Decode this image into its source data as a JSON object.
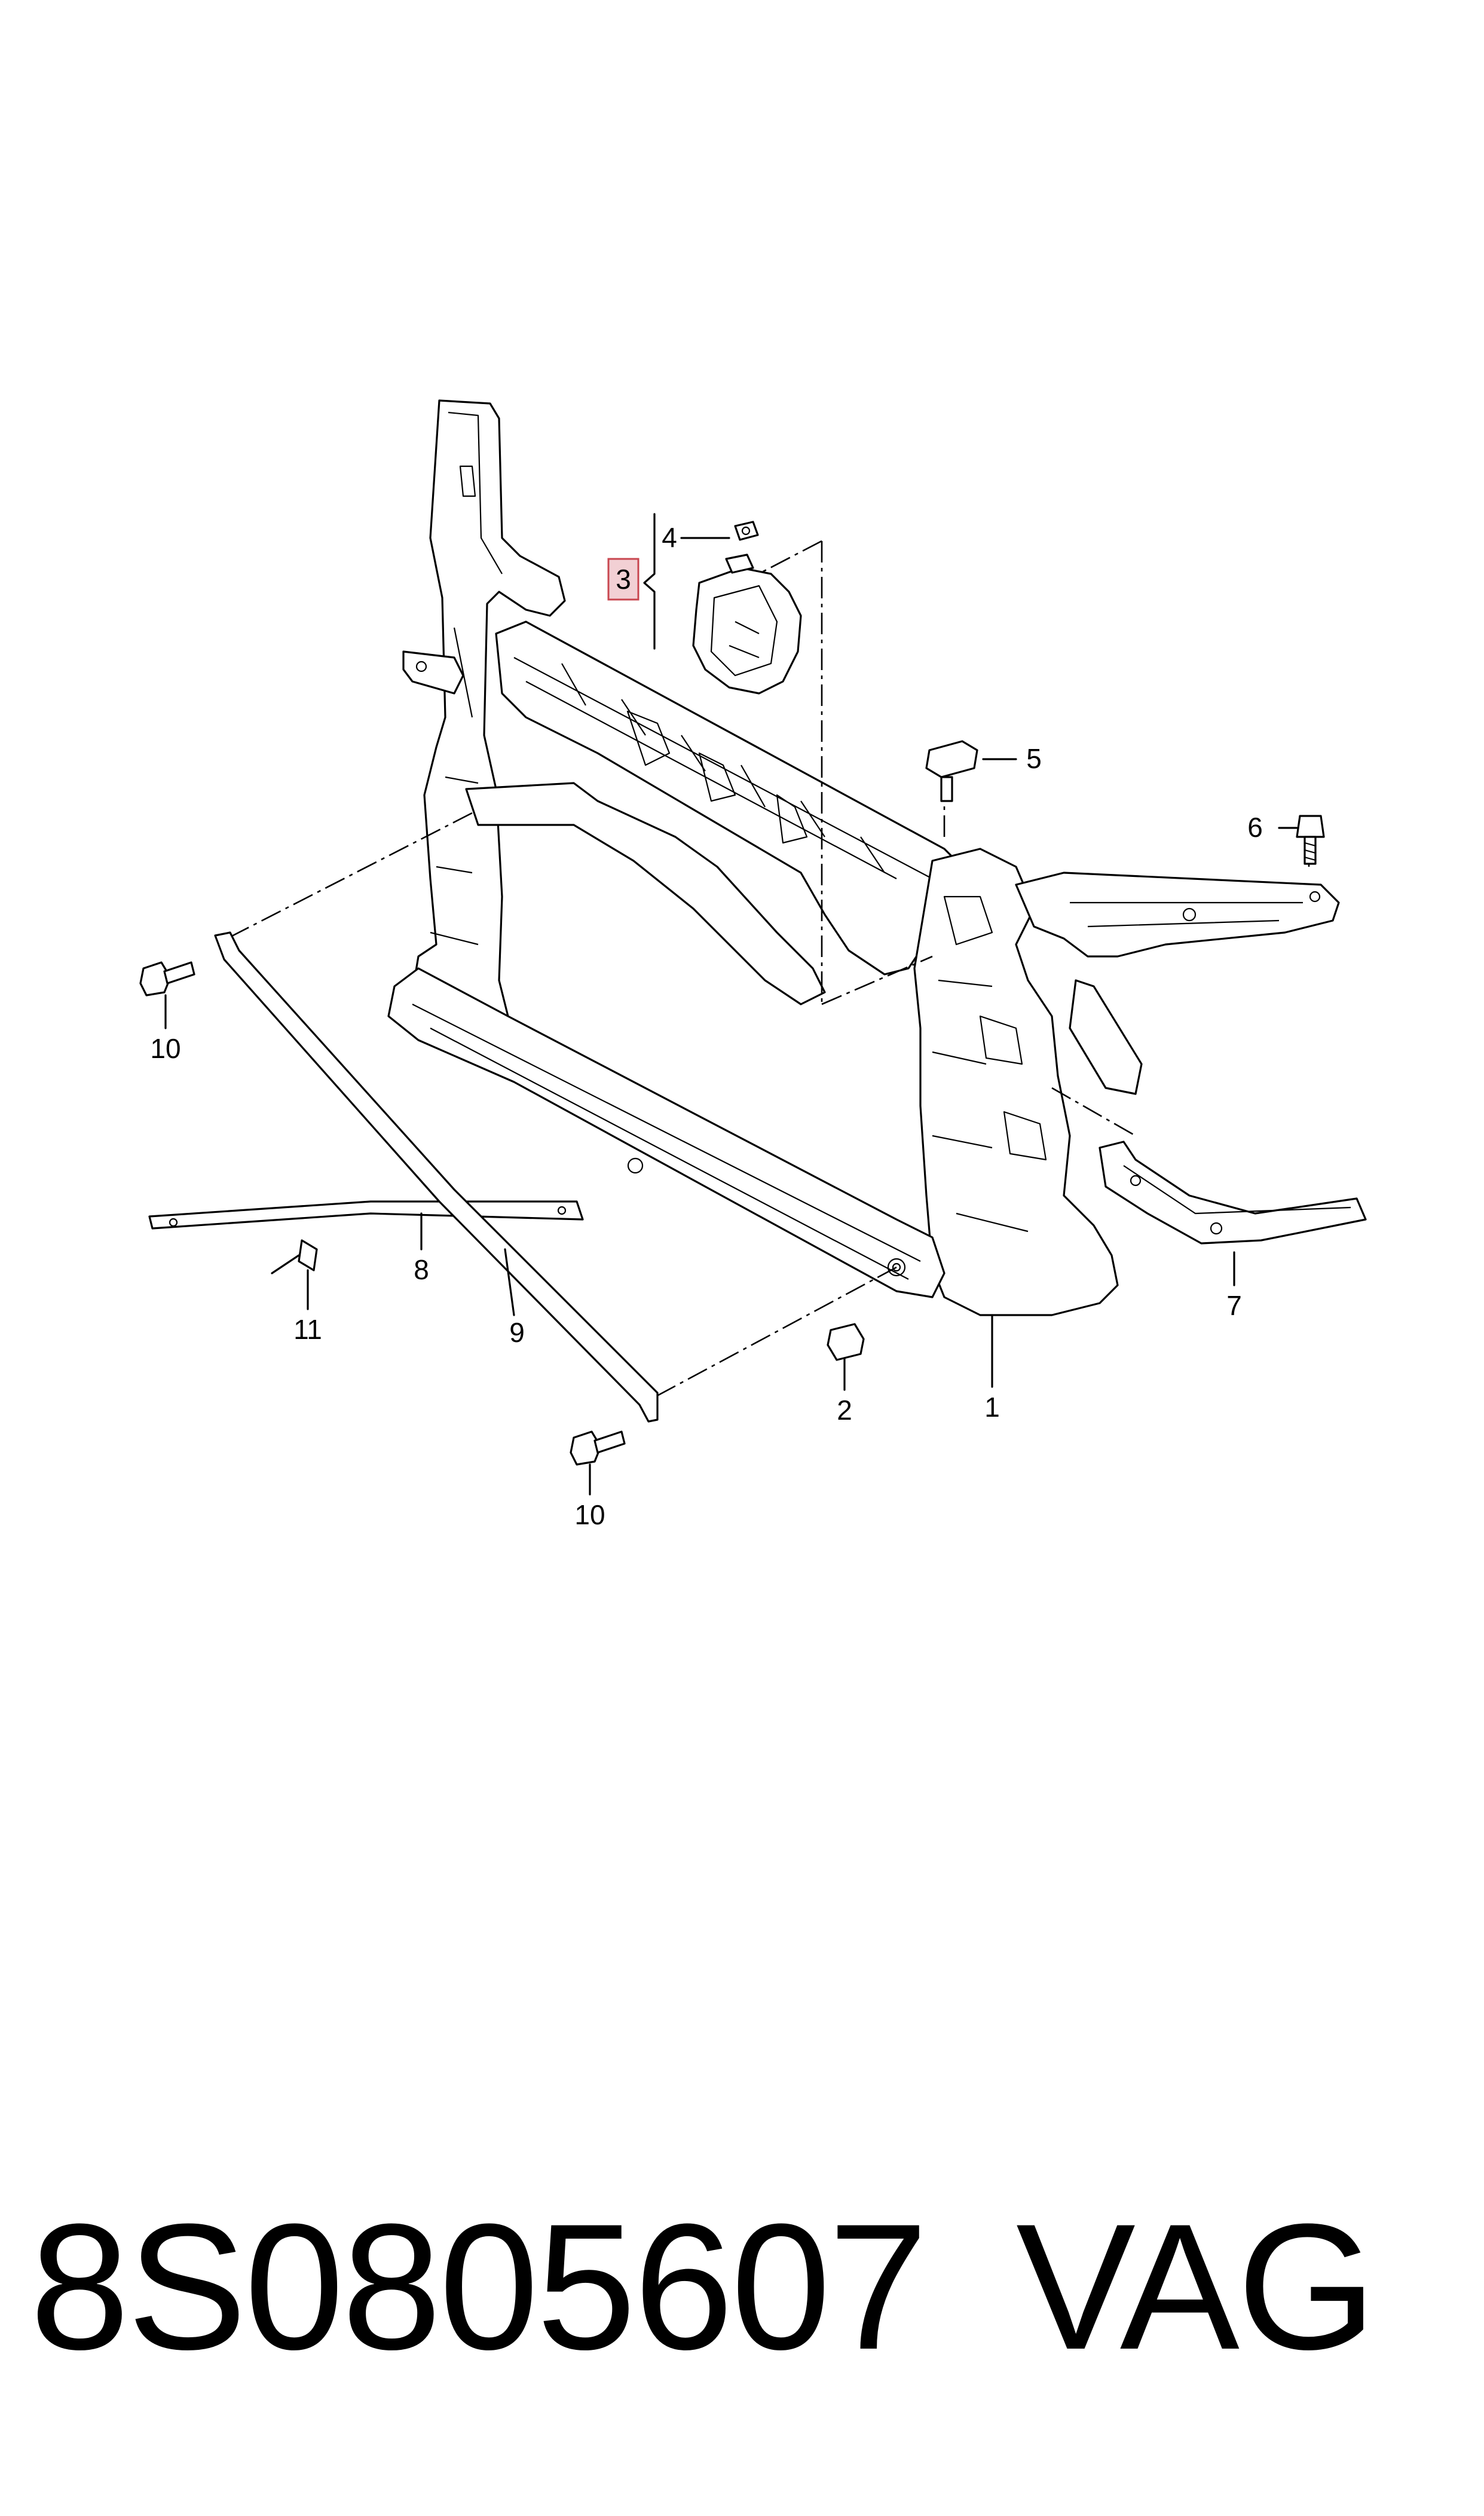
{
  "callouts": {
    "c1": "1",
    "c2": "2",
    "c3": "3",
    "c4": "4",
    "c5": "5",
    "c6": "6",
    "c7": "7",
    "c8": "8",
    "c9": "9",
    "c10a": "10",
    "c10b": "10",
    "c11": "11"
  },
  "footer": {
    "part_number": "8S0805607",
    "brand": "VAG"
  },
  "colors": {
    "highlight_box": "#f2d0d4",
    "highlight_stroke": "#c8464f",
    "line": "#000000"
  }
}
